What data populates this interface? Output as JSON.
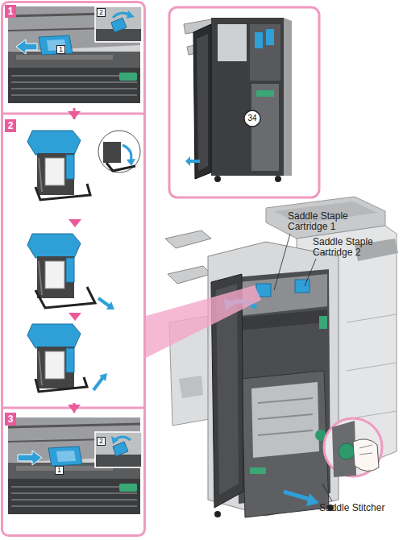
{
  "diagram": {
    "nodes": [
      {
        "text": [
          "1"
        ]
      },
      {
        "text": [
          "1"
        ],
        "in": 0
      },
      {
        "text": [
          "2"
        ],
        "in": 0
      },
      {
        "text": [
          "2"
        ]
      },
      {
        "text": [
          "3"
        ]
      },
      {
        "text": [
          "1"
        ],
        "in": 4
      },
      {
        "text": [
          "2"
        ],
        "in": 4
      },
      {
        "text": [
          "34"
        ]
      }
    ],
    "edges": [
      {
        "from": 0,
        "to": 3,
        "arrow": "to"
      },
      {
        "from": 3,
        "to": 4,
        "arrow": "to"
      }
    ],
    "labels": [
      "Saddle Staple Cartridge 1",
      "Saddle Staple Cartridge 2",
      "Saddle Stitcher"
    ]
  }
}
